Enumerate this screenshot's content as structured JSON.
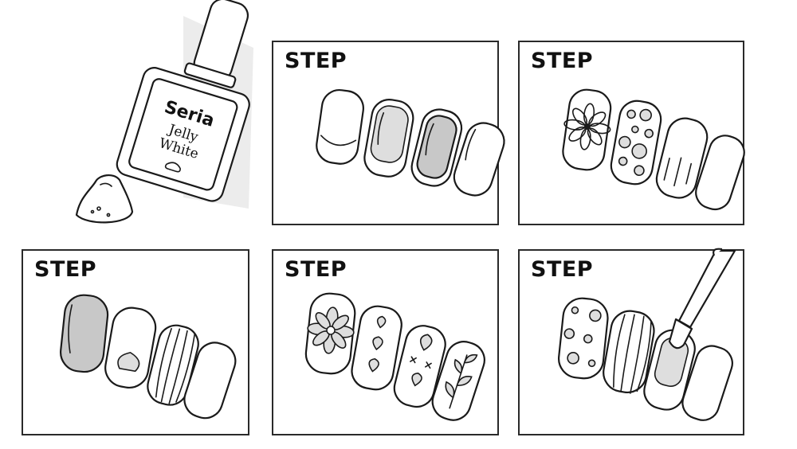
{
  "bottle": {
    "brand": "Seria",
    "product_line1": "Jelly",
    "product_line2": "White"
  },
  "steps": [
    {
      "label": "STEP"
    },
    {
      "label": "STEP"
    },
    {
      "label": "STEP"
    },
    {
      "label": "STEP"
    },
    {
      "label": "STEP"
    }
  ],
  "colors": {
    "outline": "#1a1a1a",
    "gray_fill": "#c8c8c8",
    "light_fill": "#dedede",
    "background": "#ffffff"
  }
}
